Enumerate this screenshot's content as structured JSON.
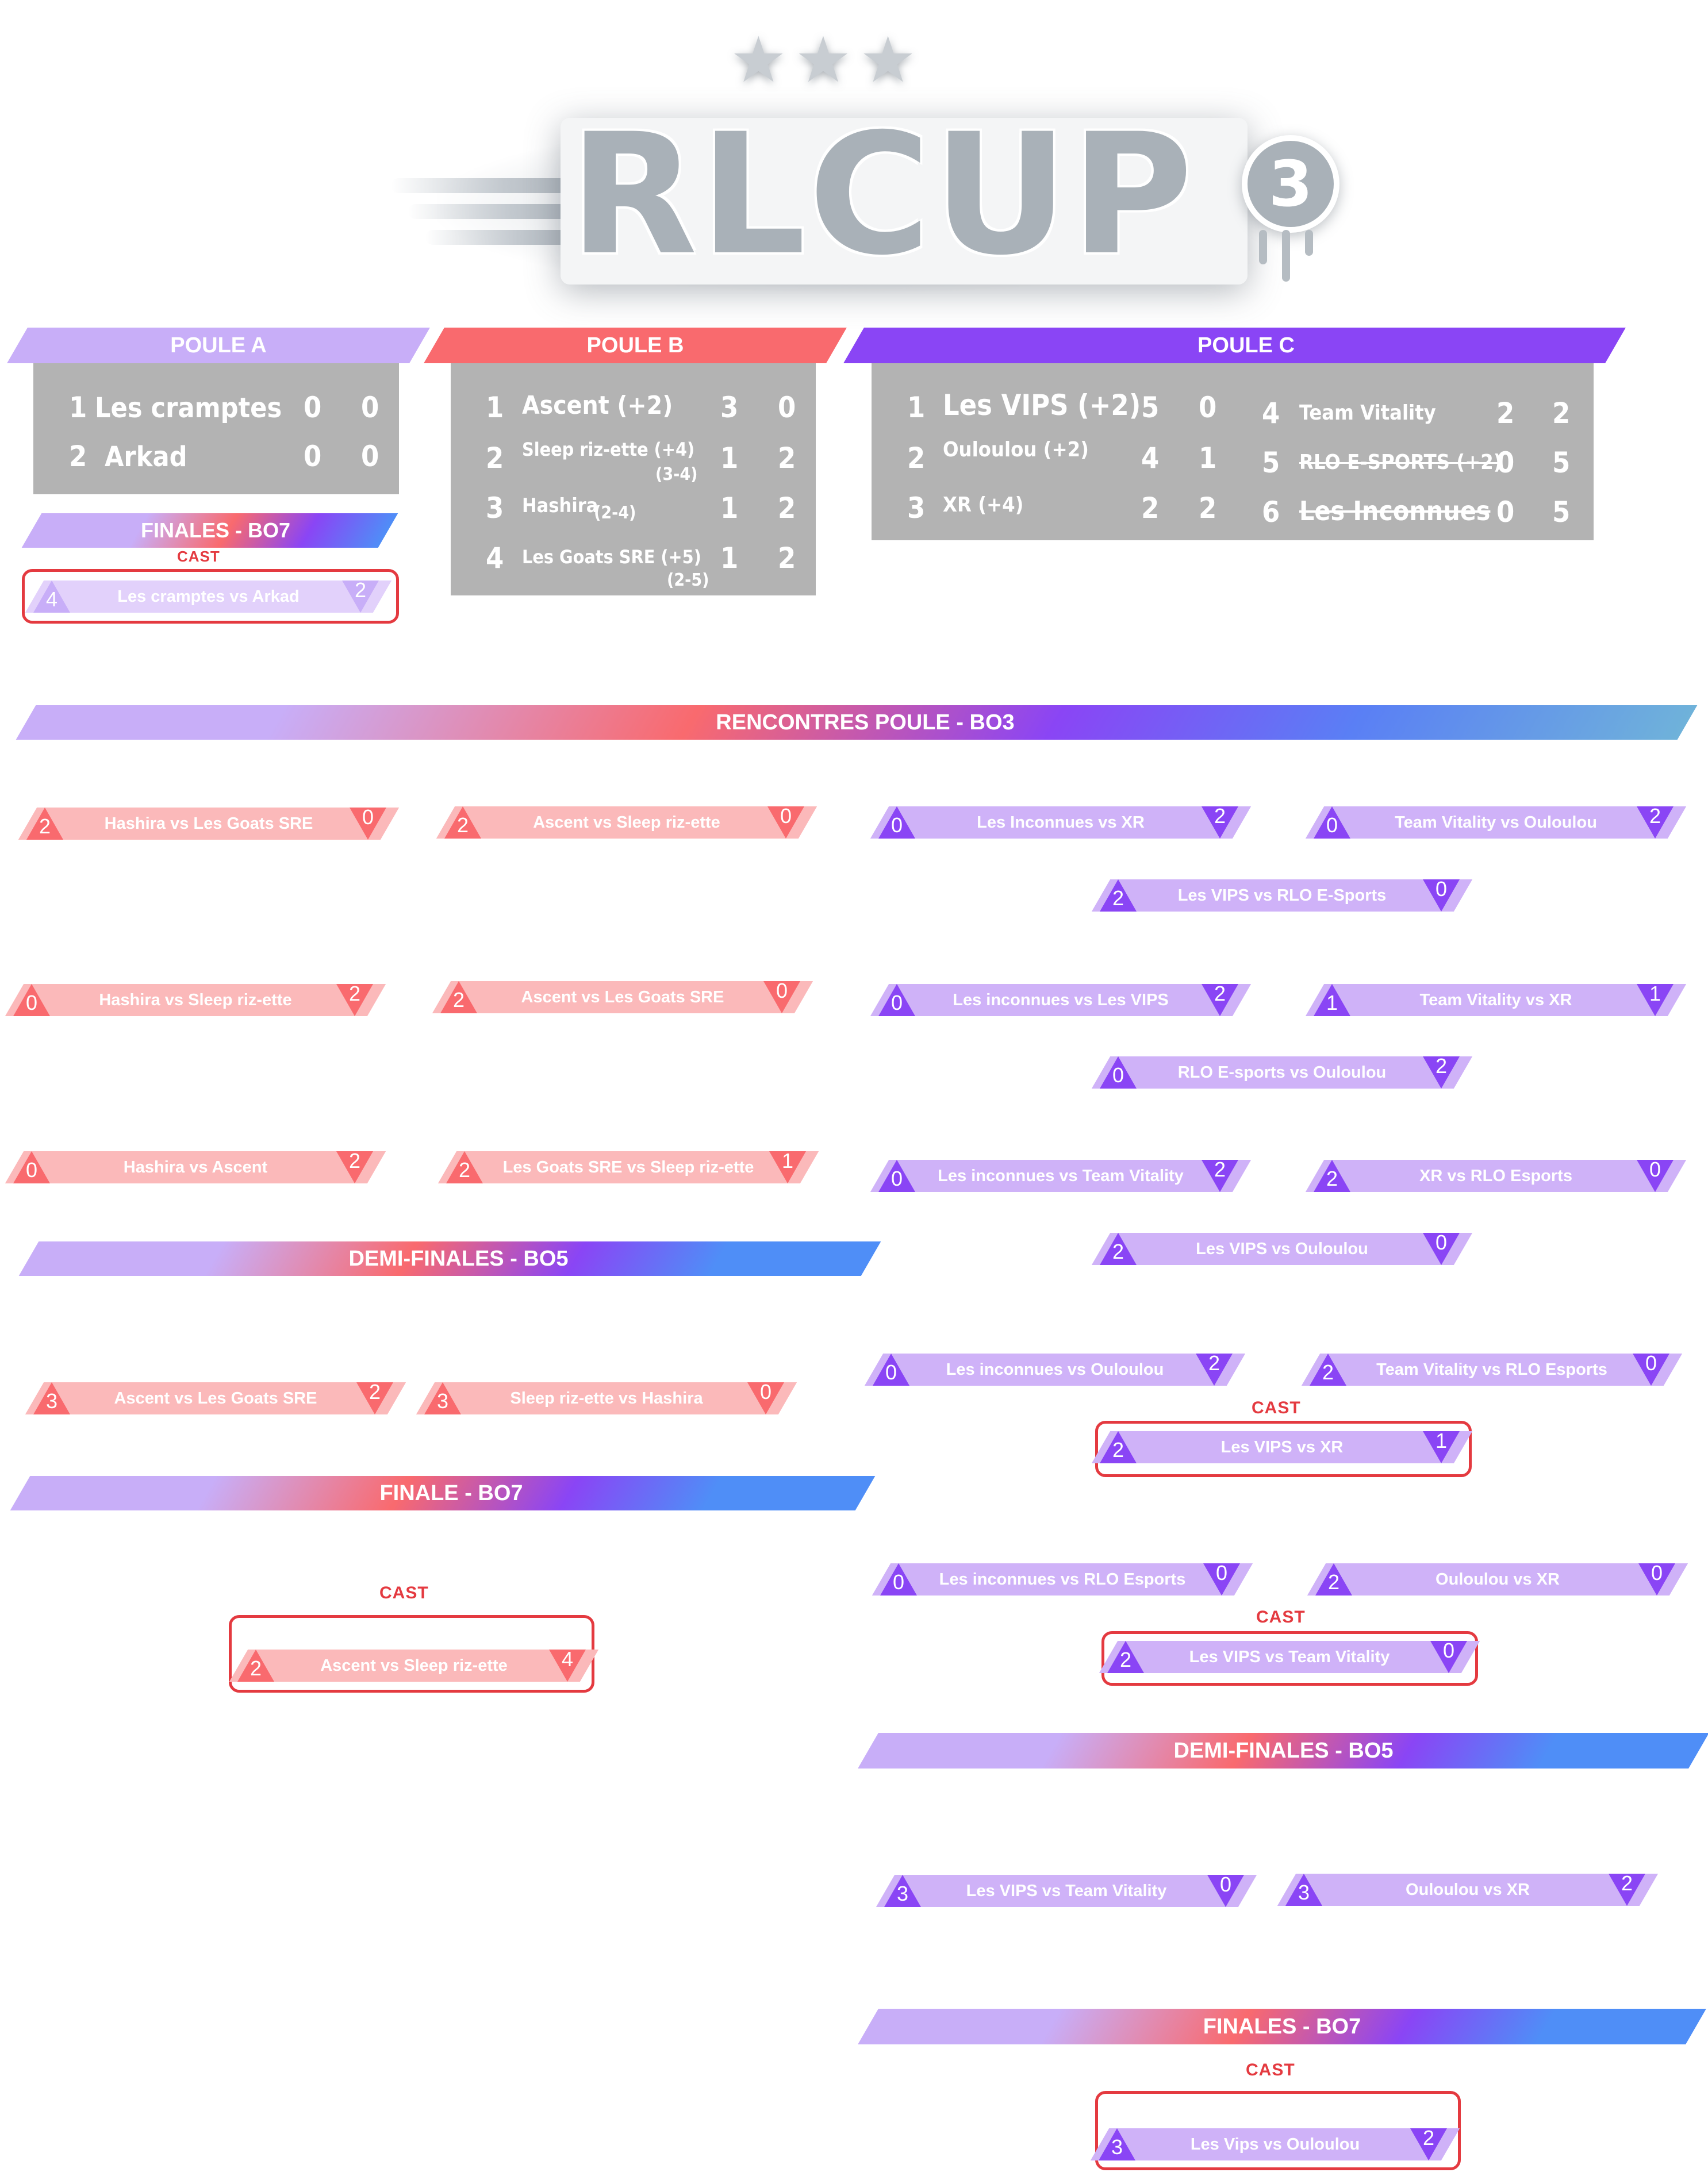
{
  "logo": {
    "text": "RLCUP",
    "edition": "3",
    "stars": "★★★"
  },
  "colors": {
    "pool_a_light": "#c8aef8",
    "pool_b": "#f96a6e",
    "pool_b_light": "#fbb9ba",
    "pool_c": "#8a45f5",
    "pool_c_light": "#cfb2f8",
    "blue": "#4f8ef7",
    "table_gray": "#b3b3b3",
    "cast_red": "#e43a40"
  },
  "pools": {
    "a": {
      "header": "POULE A",
      "rows": [
        {
          "rank": "1",
          "team": "Les cramptes",
          "w": "0",
          "l": "0"
        },
        {
          "rank": "2",
          "team": "Arkad",
          "w": "0",
          "l": "0"
        }
      ],
      "finals_header": "FINALES - BO7",
      "cast_label": "CAST",
      "final_match": {
        "left": "4",
        "label": "Les cramptes vs Arkad",
        "right": "2"
      }
    },
    "b": {
      "header": "POULE B",
      "rows": [
        {
          "rank": "1",
          "team": "Ascent (+2)",
          "note": "",
          "w": "3",
          "l": "0"
        },
        {
          "rank": "2",
          "team": "Sleep riz-ette (+4)",
          "note": "(3-4)",
          "w": "1",
          "l": "2"
        },
        {
          "rank": "3",
          "team": "Hashira",
          "note": "(2-4)",
          "w": "1",
          "l": "2"
        },
        {
          "rank": "4",
          "team": "Les Goats SRE (+5)",
          "note": "(2-5)",
          "w": "1",
          "l": "2"
        }
      ]
    },
    "c": {
      "header": "POULE C",
      "rows_left": [
        {
          "rank": "1",
          "team": "Les VIPS (+2)",
          "w": "5",
          "l": "0"
        },
        {
          "rank": "2",
          "team": "Ouloulou (+2)",
          "w": "4",
          "l": "1"
        },
        {
          "rank": "3",
          "team": "XR (+4)",
          "w": "2",
          "l": "2"
        }
      ],
      "rows_right": [
        {
          "rank": "4",
          "team": "Team Vitality",
          "w": "2",
          "l": "2"
        },
        {
          "rank": "5",
          "team": "RLO E-SPORTS (+2)",
          "w": "0",
          "l": "5"
        },
        {
          "rank": "6",
          "team": "Les Inconnues",
          "w": "0",
          "l": "5"
        }
      ]
    }
  },
  "sections": {
    "rencontres": "RENCONTRES POULE - BO3",
    "demi_b": "DEMI-FINALES - BO5",
    "finale_b": "FINALE - BO7",
    "demi_c": "DEMI-FINALES - BO5",
    "finales_c": "FINALES - BO7"
  },
  "cast": {
    "label": "CAST"
  },
  "pool_b_matches": [
    {
      "left": "2",
      "label": "Hashira vs Les Goats SRE",
      "right": "0"
    },
    {
      "left": "2",
      "label": "Ascent vs Sleep riz-ette",
      "right": "0"
    },
    {
      "left": "0",
      "label": "Hashira vs Sleep riz-ette",
      "right": "2"
    },
    {
      "left": "2",
      "label": "Ascent vs Les Goats SRE",
      "right": "0"
    },
    {
      "left": "0",
      "label": "Hashira vs Ascent",
      "right": "2"
    },
    {
      "left": "2",
      "label": "Les Goats SRE vs Sleep riz-ette",
      "right": "1"
    }
  ],
  "pool_b_semis": [
    {
      "left": "3",
      "label": "Ascent vs Les Goats SRE",
      "right": "2"
    },
    {
      "left": "3",
      "label": "Sleep riz-ette vs Hashira",
      "right": "0"
    }
  ],
  "pool_b_final": {
    "left": "2",
    "label": "Ascent vs Sleep riz-ette",
    "right": "4"
  },
  "pool_c_matches": [
    {
      "left": "0",
      "label": "Les Inconnues vs XR",
      "right": "2"
    },
    {
      "left": "0",
      "label": "Team Vitality vs Ouloulou",
      "right": "2"
    },
    {
      "left": "2",
      "label": "Les VIPS vs RLO E-Sports",
      "right": "0"
    },
    {
      "left": "0",
      "label": "Les inconnues vs Les VIPS",
      "right": "2"
    },
    {
      "left": "1",
      "label": "Team Vitality vs XR",
      "right": "1"
    },
    {
      "left": "0",
      "label": "RLO E-sports vs Ouloulou",
      "right": "2"
    },
    {
      "left": "0",
      "label": "Les inconnues vs Team Vitality",
      "right": "2"
    },
    {
      "left": "2",
      "label": "XR vs RLO Esports",
      "right": "0"
    },
    {
      "left": "2",
      "label": "Les VIPS vs Ouloulou",
      "right": "0"
    },
    {
      "left": "0",
      "label": "Les inconnues vs Ouloulou",
      "right": "2"
    },
    {
      "left": "2",
      "label": "Team Vitality vs RLO Esports",
      "right": "0"
    },
    {
      "left": "2",
      "label": "Les VIPS vs XR",
      "right": "1"
    },
    {
      "left": "0",
      "label": "Les inconnues vs RLO Esports",
      "right": "0"
    },
    {
      "left": "2",
      "label": "Ouloulou vs XR",
      "right": "0"
    },
    {
      "left": "2",
      "label": "Les VIPS vs Team Vitality",
      "right": "0"
    }
  ],
  "pool_c_semis": [
    {
      "left": "3",
      "label": "Les VIPS vs Team Vitality",
      "right": "0"
    },
    {
      "left": "3",
      "label": "Ouloulou vs XR",
      "right": "2"
    }
  ],
  "pool_c_final": {
    "left": "3",
    "label": "Les Vips vs Ouloulou",
    "right": "2"
  }
}
